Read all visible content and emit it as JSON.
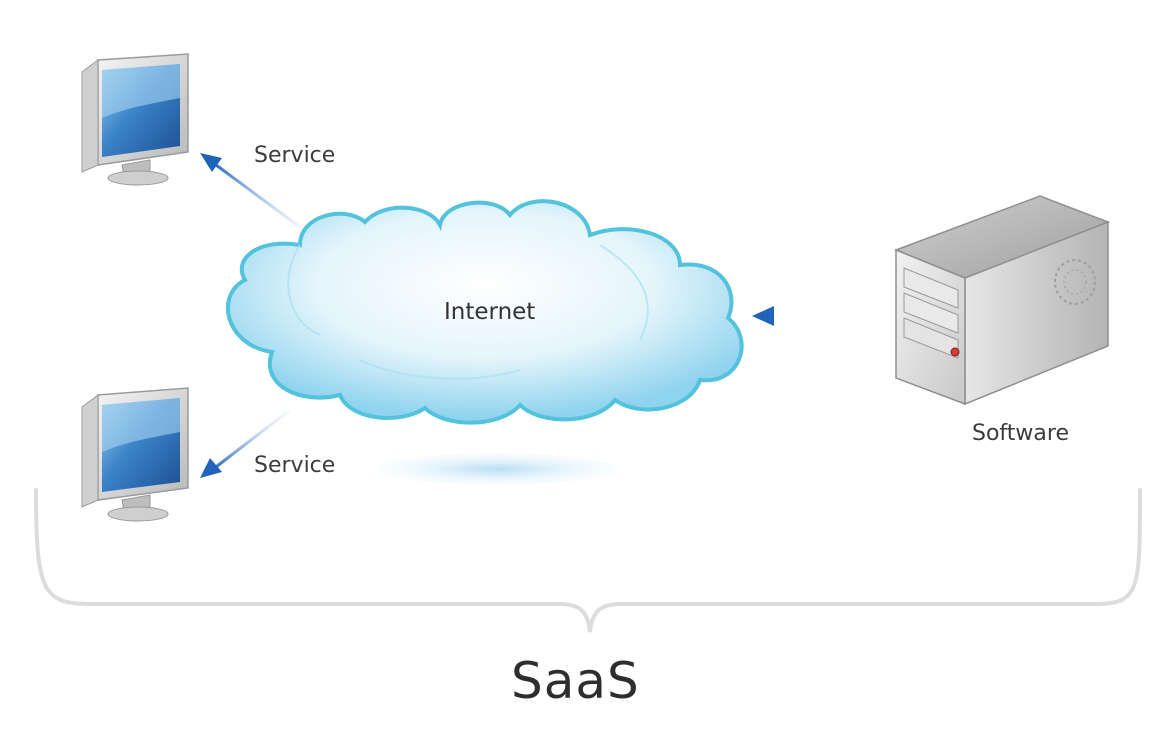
{
  "labels": {
    "service_top": "Service",
    "service_bottom": "Service",
    "internet": "Internet",
    "software": "Software",
    "saas": "SaaS"
  },
  "colors": {
    "arrow": "#1f64b8",
    "cloud_outline": "#4fc3d9",
    "cloud_fill": "#d8f2fa",
    "brace": "#dcdcdc",
    "text": "#3c3c3c"
  }
}
